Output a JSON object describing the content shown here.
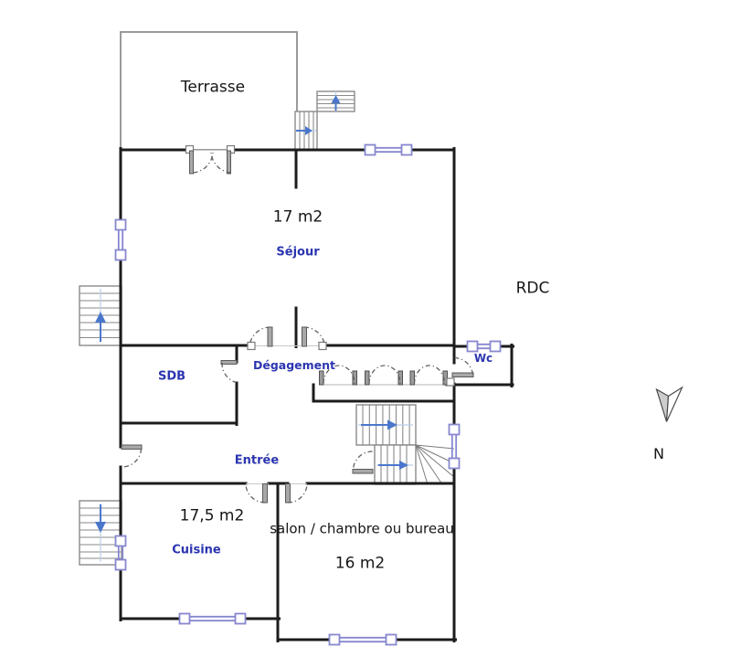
{
  "plan": {
    "floor_label": "RDC",
    "compass": "N",
    "rooms": [
      {
        "key": "terrasse",
        "label": "Terrasse"
      },
      {
        "key": "sejour",
        "label": "Séjour",
        "area": "17 m2"
      },
      {
        "key": "sdb",
        "label": "SDB"
      },
      {
        "key": "degagement",
        "label": "Dégagement"
      },
      {
        "key": "wc",
        "label": "Wc"
      },
      {
        "key": "entree",
        "label": "Entrée"
      },
      {
        "key": "cuisine",
        "label": "Cuisine",
        "area": "17,5 m2"
      },
      {
        "key": "salon",
        "label": "salon / chambre ou bureau",
        "area": "16 m2"
      }
    ],
    "colors": {
      "wall": "#1c1c1c",
      "room_label": "#2b35b0",
      "area_label": "#161616",
      "window": "#8787cf",
      "arrow": "#4a77cc",
      "stair": "#8a8a8a",
      "guide": "#b9cfe8",
      "terrace": "#8f8f8f"
    }
  }
}
